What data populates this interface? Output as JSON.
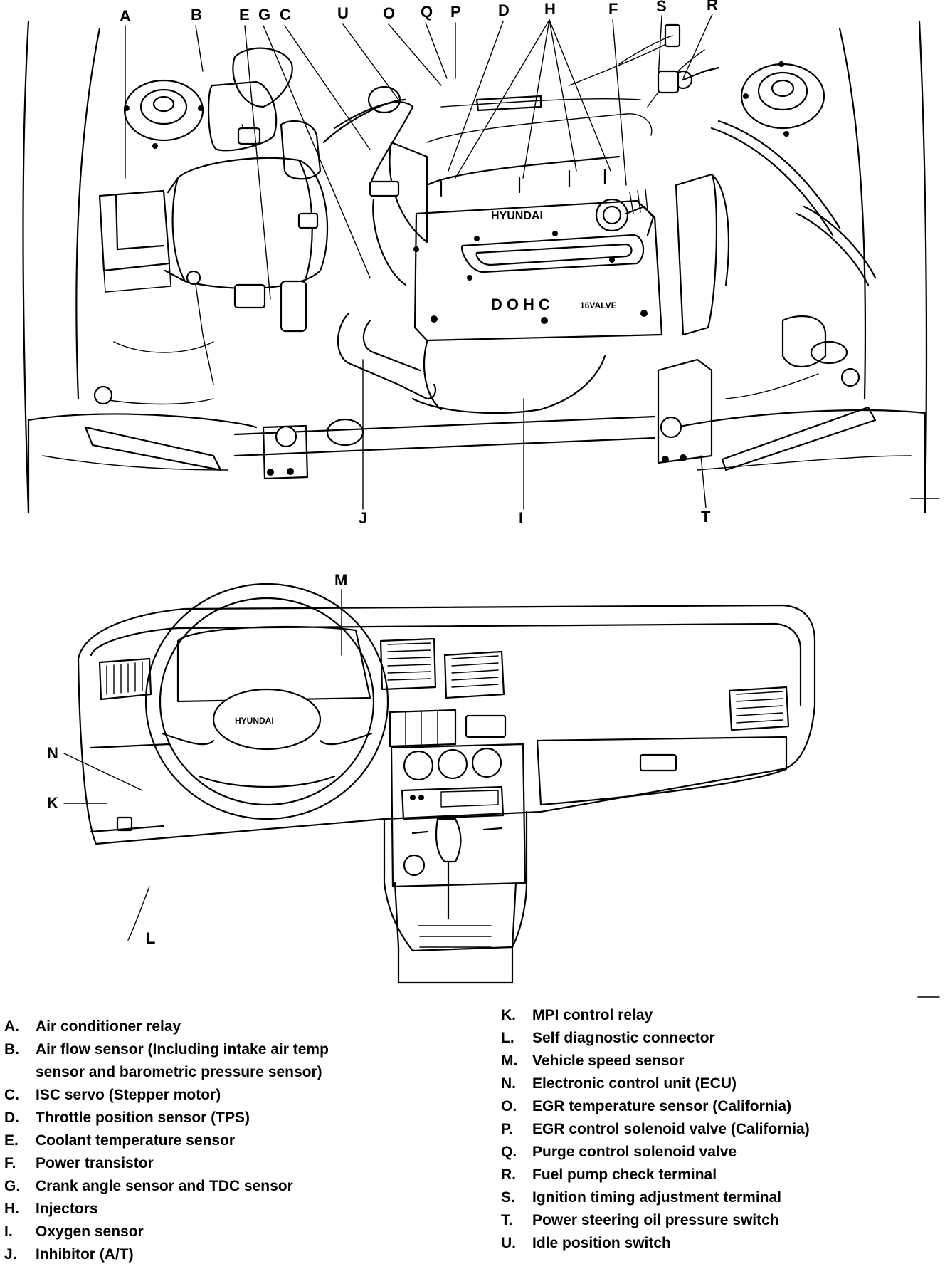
{
  "engine_callouts": {
    "A": "A",
    "B": "B",
    "E": "E",
    "G": "G",
    "C": "C",
    "U": "U",
    "O": "O",
    "Q": "Q",
    "P": "P",
    "D": "D",
    "H": "H",
    "F": "F",
    "S": "S",
    "R": "R",
    "J": "J",
    "I": "I",
    "T": "T"
  },
  "dash_callouts": {
    "M": "M",
    "N": "N",
    "K": "K",
    "L": "L"
  },
  "engine_markings": {
    "brand": "HYUNDAI",
    "dohc": "DOHC",
    "valve": "16VALVE"
  },
  "steering_brand": "HYUNDAI",
  "legend_left": [
    {
      "key": "A.",
      "text": "Air conditioner relay"
    },
    {
      "key": "B.",
      "text": "Air flow sensor (Including intake air temp",
      "cont": "sensor and barometric pressure sensor)"
    },
    {
      "key": "C.",
      "text": "ISC servo (Stepper motor)"
    },
    {
      "key": "D.",
      "text": "Throttle position sensor (TPS)"
    },
    {
      "key": "E.",
      "text": "Coolant temperature sensor"
    },
    {
      "key": "F.",
      "text": "Power transistor"
    },
    {
      "key": "G.",
      "text": "Crank angle sensor and TDC sensor"
    },
    {
      "key": "H.",
      "text": "Injectors"
    },
    {
      "key": "I.",
      "text": "Oxygen sensor"
    },
    {
      "key": "J.",
      "text": "Inhibitor (A/T)"
    }
  ],
  "legend_right": [
    {
      "key": "K.",
      "text": "MPI control relay"
    },
    {
      "key": "L.",
      "text": "Self diagnostic connector"
    },
    {
      "key": "M.",
      "text": "Vehicle speed sensor"
    },
    {
      "key": "N.",
      "text": "Electronic control unit (ECU)"
    },
    {
      "key": "O.",
      "text": "EGR temperature sensor (California)"
    },
    {
      "key": "P.",
      "text": "EGR control solenoid valve (California)"
    },
    {
      "key": "Q.",
      "text": "Purge control solenoid valve"
    },
    {
      "key": "R.",
      "text": "Fuel pump check terminal"
    },
    {
      "key": "S.",
      "text": "Ignition timing adjustment terminal"
    },
    {
      "key": "T.",
      "text": "Power steering oil pressure switch"
    },
    {
      "key": "U.",
      "text": "Idle position switch"
    }
  ]
}
